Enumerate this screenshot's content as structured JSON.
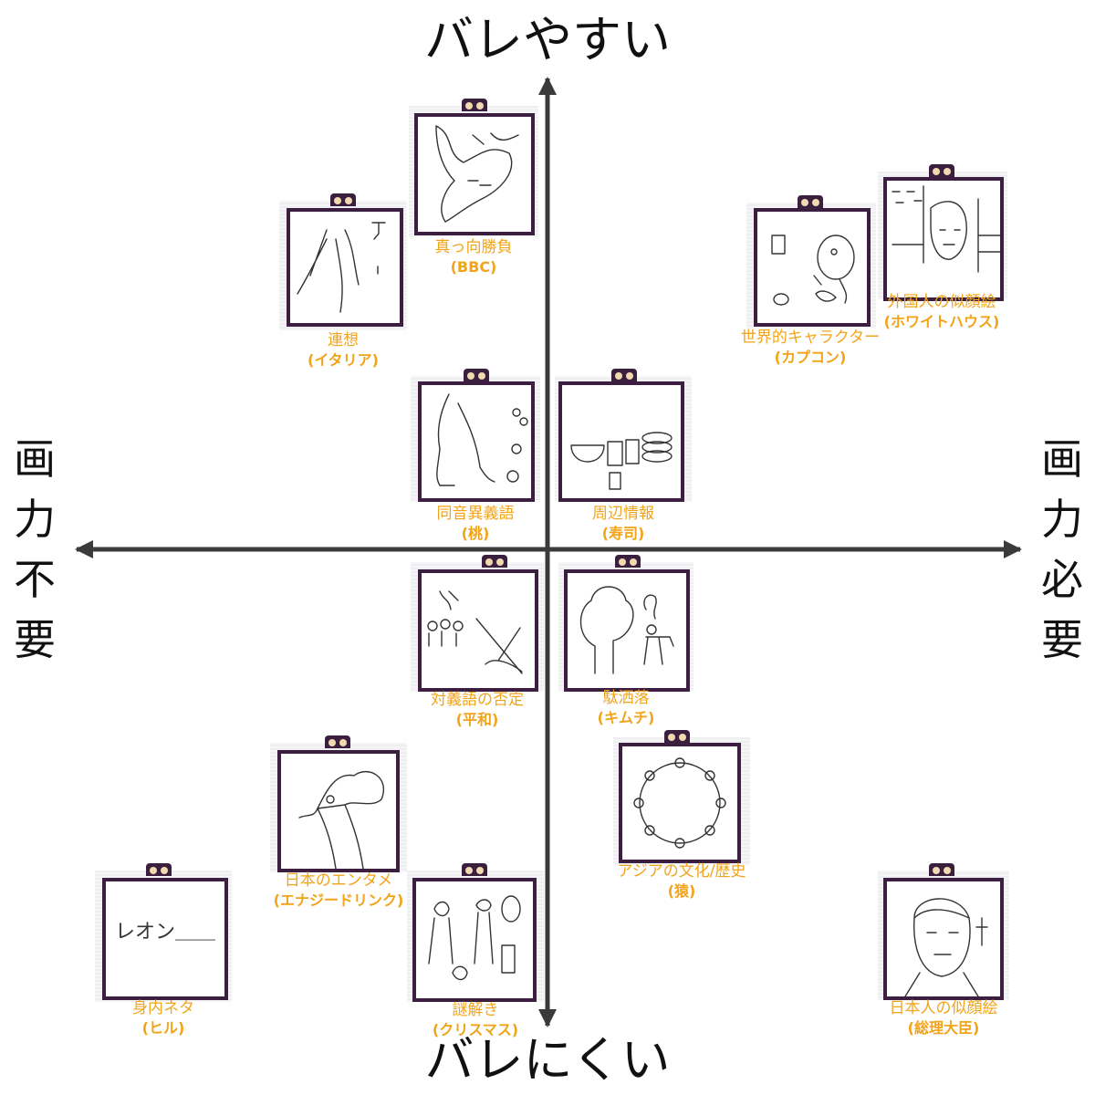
{
  "axes": {
    "top": "バレやすい",
    "bottom": "バレにくい",
    "left": "画力不要",
    "right": "画力必要"
  },
  "cards": [
    {
      "id": "renso",
      "title": "連想",
      "example": "(イタリア)"
    },
    {
      "id": "makkou",
      "title": "真っ向勝負",
      "example": "(BBC)"
    },
    {
      "id": "sekai",
      "title": "世界的キャラクター",
      "example": "(カプコン)"
    },
    {
      "id": "gaikoku",
      "title": "外国人の似顔絵",
      "example": "(ホワイトハウス)"
    },
    {
      "id": "douon",
      "title": "同音異義語",
      "example": "(桃)"
    },
    {
      "id": "shuhen",
      "title": "周辺情報",
      "example": "(寿司)"
    },
    {
      "id": "taigi",
      "title": "対義語の否定",
      "example": "(平和)"
    },
    {
      "id": "dajare",
      "title": "駄洒落",
      "example": "(キムチ)"
    },
    {
      "id": "entame",
      "title": "日本のエンタメ",
      "example": "(エナジードリンク)"
    },
    {
      "id": "asia",
      "title": "アジアの文化/歴史",
      "example": "(猿)"
    },
    {
      "id": "miuchi",
      "title": "身内ネタ",
      "example": "(ヒル)",
      "drawing_text": "レオン＿＿"
    },
    {
      "id": "nazotoki",
      "title": "謎解き",
      "example": "(クリスマス)"
    },
    {
      "id": "nihonjin",
      "title": "日本人の似顔絵",
      "example": "(総理大臣)"
    }
  ],
  "colors": {
    "axis": "#3a3a3a",
    "label": "#f2a419",
    "frame": "#3b1e40"
  }
}
